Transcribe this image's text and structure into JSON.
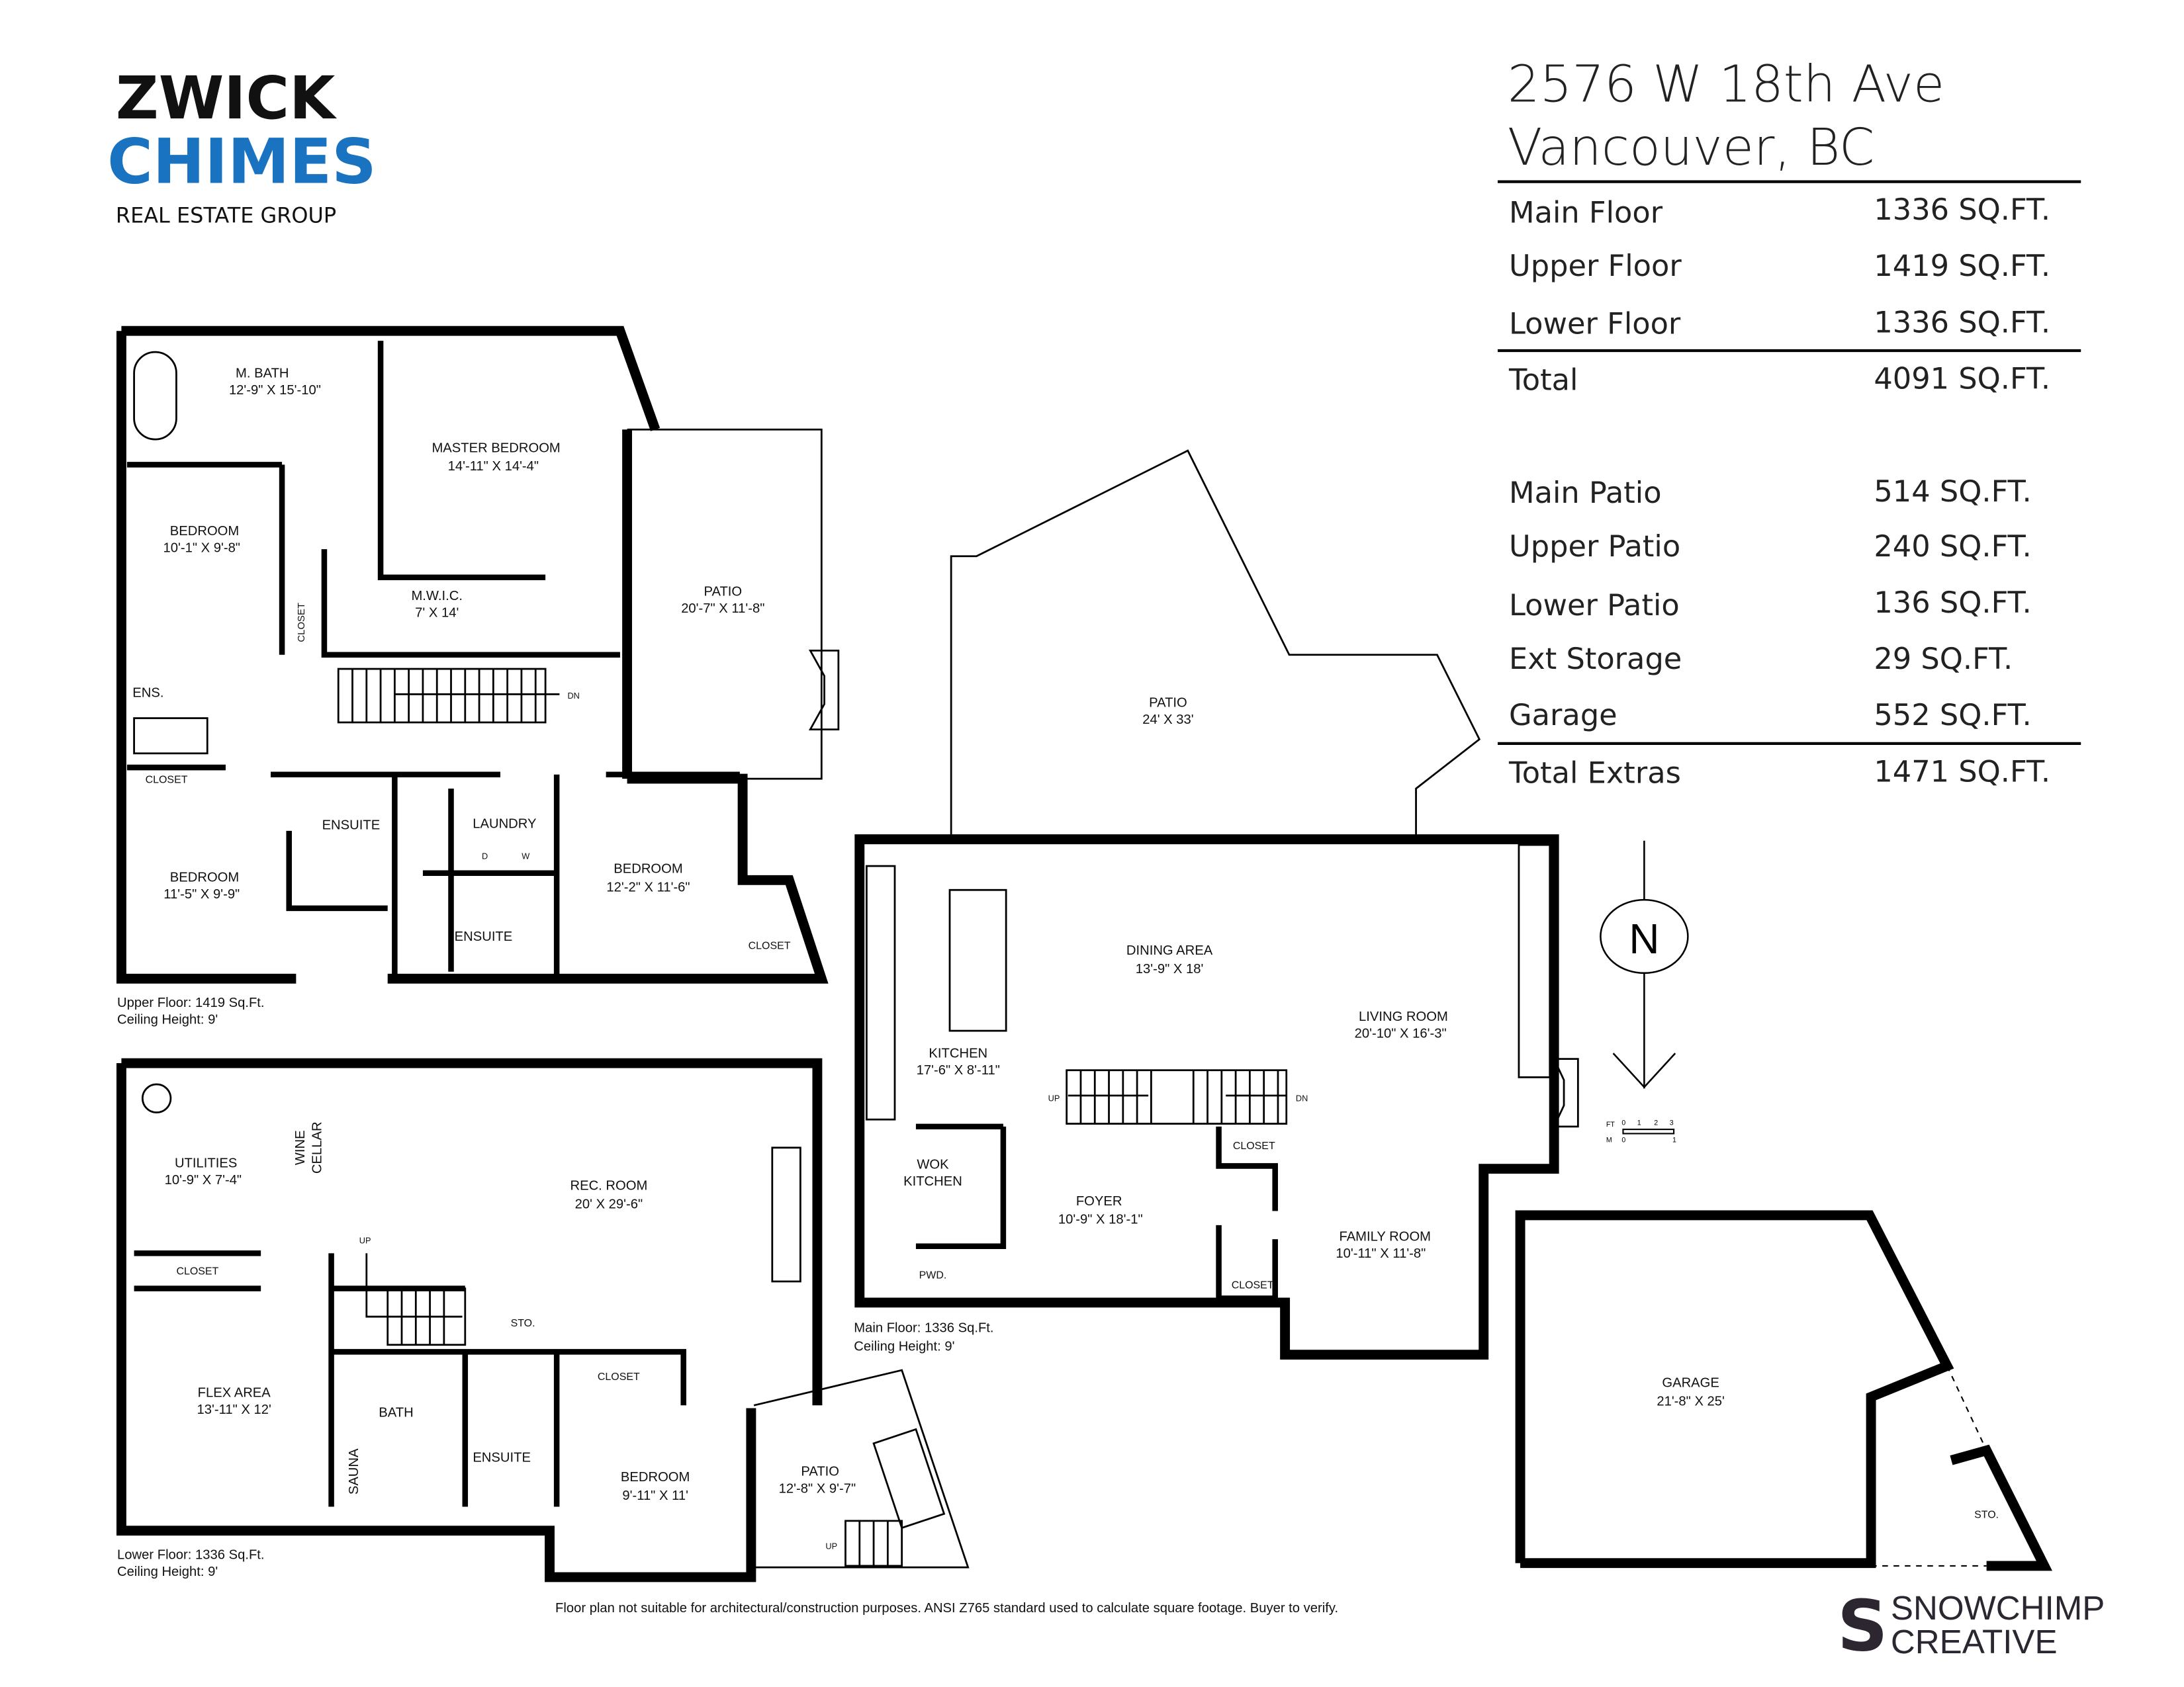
{
  "logo": {
    "line1": "ZWICK",
    "line2": "CHIMES",
    "line3": "REAL ESTATE GROUP",
    "accent": "#1a73c0"
  },
  "address": {
    "line1": "2576 W 18th Ave",
    "line2": "Vancouver, BC"
  },
  "areas": [
    {
      "label": "Main Floor",
      "value": "1336 SQ.FT."
    },
    {
      "label": "Upper Floor",
      "value": "1419 SQ.FT."
    },
    {
      "label": "Lower Floor",
      "value": "1336 SQ.FT."
    },
    {
      "label": "Total",
      "value": "4091 SQ.FT."
    }
  ],
  "extras": [
    {
      "label": "Main Patio",
      "value": "514 SQ.FT."
    },
    {
      "label": "Upper Patio",
      "value": "240 SQ.FT."
    },
    {
      "label": "Lower Patio",
      "value": "136 SQ.FT."
    },
    {
      "label": "Ext Storage",
      "value": "29 SQ.FT."
    },
    {
      "label": "Garage",
      "value": "552 SQ.FT."
    },
    {
      "label": "Total Extras",
      "value": "1471 SQ.FT."
    }
  ],
  "upper": {
    "rooms": [
      {
        "name": "M. BATH",
        "dim": "12'-9\" X 15'-10\""
      },
      {
        "name": "MASTER BEDROOM",
        "dim": "14'-11\" X 14'-4\""
      },
      {
        "name": "BEDROOM",
        "dim": "10'-1\" X 9'-8\""
      },
      {
        "name": "M.W.I.C.",
        "dim": "7' X 14'"
      },
      {
        "name": "PATIO",
        "dim": "20'-7\" X 11'-8\""
      },
      {
        "name": "BEDROOM",
        "dim": "11'-5\" X 9'-9\""
      },
      {
        "name": "BEDROOM",
        "dim": "12'-2\" X 11'-6\""
      }
    ],
    "small": [
      "CLOSET",
      "ENS.",
      "CLOSET",
      "ENSUITE",
      "LAUNDRY",
      "ENSUITE",
      "CLOSET",
      "DN",
      "D",
      "W"
    ],
    "note1": "Upper Floor: 1419 Sq.Ft.",
    "note2": "Ceiling Height: 9'"
  },
  "main": {
    "rooms": [
      {
        "name": "PATIO",
        "dim": "24' X 33'"
      },
      {
        "name": "DINING AREA",
        "dim": "13'-9\" X 18'"
      },
      {
        "name": "LIVING ROOM",
        "dim": "20'-10\" X 16'-3\""
      },
      {
        "name": "KITCHEN",
        "dim": "17'-6\" X 8'-11\""
      },
      {
        "name": "FOYER",
        "dim": "10'-9\" X 18'-1\""
      },
      {
        "name": "FAMILY ROOM",
        "dim": "10'-11\" X 11'-8\""
      },
      {
        "name": "WOK",
        "dim": "KITCHEN"
      }
    ],
    "small": [
      "UP",
      "DN",
      "CLOSET",
      "CLOSET",
      "PWD."
    ],
    "note1": "Main Floor: 1336 Sq.Ft.",
    "note2": "Ceiling Height: 9'"
  },
  "lower": {
    "rooms": [
      {
        "name": "UTILITIES",
        "dim": "10'-9\" X 7'-4\""
      },
      {
        "name": "REC. ROOM",
        "dim": "20' X 29'-6\""
      },
      {
        "name": "FLEX AREA",
        "dim": "13'-11\" X 12'"
      },
      {
        "name": "BEDROOM",
        "dim": "9'-11\" X 11'"
      },
      {
        "name": "PATIO",
        "dim": "12'-8\" X 9'-7\""
      }
    ],
    "small": [
      "WINE",
      "CELLAR",
      "CLOSET",
      "UP",
      "STO.",
      "BATH",
      "CLOSET",
      "ENSUITE",
      "SAUNA",
      "UP"
    ],
    "note1": "Lower Floor: 1336 Sq.Ft.",
    "note2": "Ceiling Height: 9'"
  },
  "garage": {
    "name": "GARAGE",
    "dim": "21'-8\" X 25'",
    "sto": "STO."
  },
  "north": {
    "letter": "N"
  },
  "scale": {
    "ft": "FT",
    "m": "M",
    "ft_ticks": [
      "0",
      "1",
      "2",
      "3"
    ],
    "m_ticks": [
      "0",
      "1"
    ]
  },
  "disclaimer": "Floor plan not suitable for architectural/construction purposes. ANSI Z765 standard used to calculate square footage. Buyer to verify.",
  "brand": {
    "line1": "SNOWCHIMP",
    "line2": "CREATIVE",
    "mark": "S"
  }
}
